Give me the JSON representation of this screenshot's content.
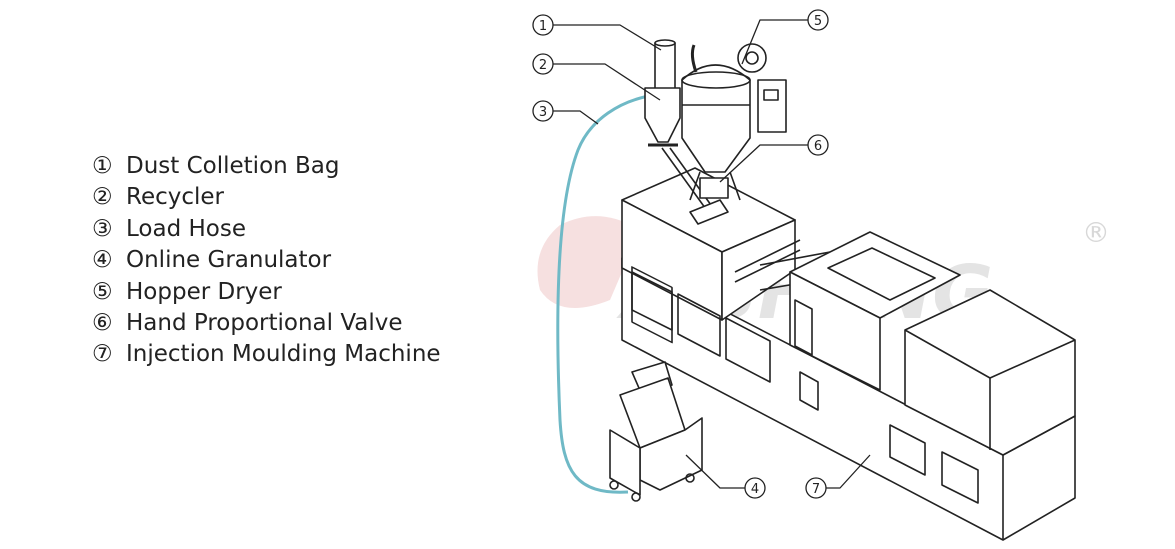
{
  "legend": [
    {
      "num": "①",
      "label": "Dust Colletion Bag"
    },
    {
      "num": "②",
      "label": "Recycler"
    },
    {
      "num": "③",
      "label": "Load Hose"
    },
    {
      "num": "④",
      "label": "Online Granulator"
    },
    {
      "num": "⑤",
      "label": "Hopper Dryer"
    },
    {
      "num": "⑥",
      "label": "Hand Proportional Valve"
    },
    {
      "num": "⑦",
      "label": "Injection Moulding Machine"
    }
  ],
  "callouts": [
    "①",
    "②",
    "③",
    "④",
    "⑤",
    "⑥",
    "⑦"
  ],
  "watermark": {
    "text": "XISHENG",
    "registered": "®"
  },
  "colors": {
    "hose": "#6fb9c6",
    "line": "#222222",
    "watermark": "#e4e4e4"
  }
}
